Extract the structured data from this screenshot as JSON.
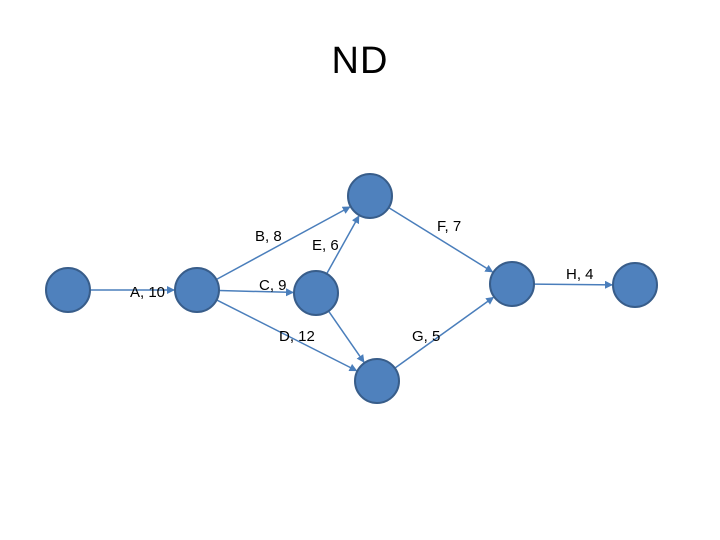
{
  "title": "ND",
  "colors": {
    "node_fill": "#4f81bd",
    "node_stroke": "#385d8a",
    "edge": "#4a7ebb"
  },
  "nodes": [
    "n1",
    "n2",
    "n3",
    "n4",
    "n5",
    "n6",
    "n7"
  ],
  "activities": [
    {
      "id": "A",
      "label": "A, 10",
      "from": "n1",
      "to": "n2"
    },
    {
      "id": "B",
      "label": "B, 8",
      "from": "n2",
      "to": "n3"
    },
    {
      "id": "C",
      "label": "C, 9",
      "from": "n2",
      "to": "n4"
    },
    {
      "id": "D",
      "label": "D, 12",
      "from": "n2",
      "to": "n5"
    },
    {
      "id": "E",
      "label": "E, 6",
      "from": "n4",
      "to": "n3"
    },
    {
      "id": "F",
      "label": "F, 7",
      "from": "n3",
      "to": "n6"
    },
    {
      "id": "G",
      "label": "G, 5",
      "from": "n5",
      "to": "n6"
    },
    {
      "id": "H",
      "label": "H, 4",
      "from": "n6",
      "to": "n7"
    },
    {
      "id": "D2",
      "label": "",
      "from": "n4",
      "to": "n5"
    }
  ]
}
